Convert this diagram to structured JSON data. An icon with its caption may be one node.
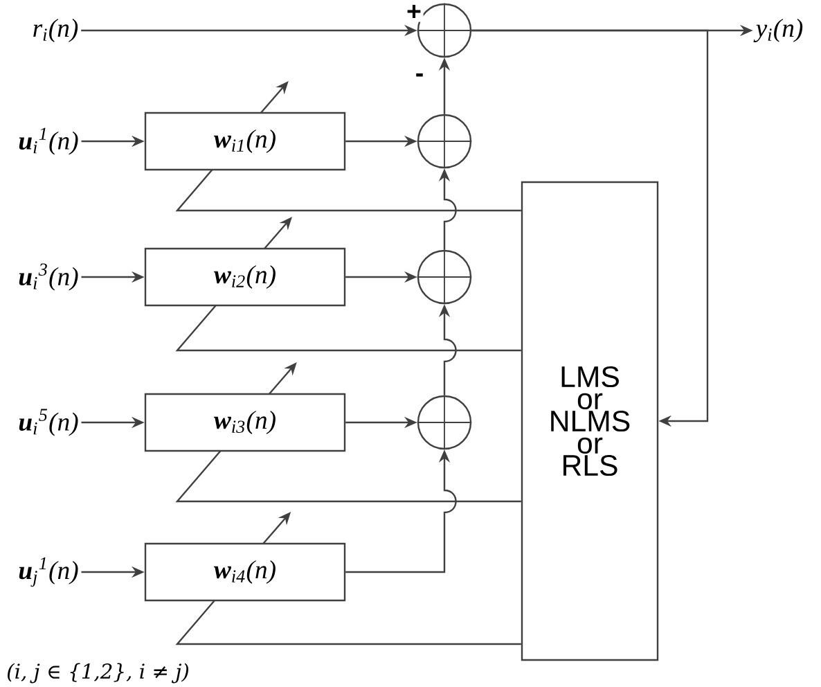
{
  "diagram": {
    "caption": "(i, j ∈ {1,2}, i ≠ j)",
    "nodes": [
      {
        "text": [
          "r$_{i}$(n)"
        ]
      },
      {
        "text": [],
        "shape": "circle"
      },
      {
        "text": [
          "y$_{i}$(n)"
        ]
      },
      {
        "text": [
          "**u**$_{i}$$^{1}$(n)"
        ]
      },
      {
        "text": [
          "**w**$_{i1}$(n)"
        ]
      },
      {
        "text": [],
        "shape": "circle"
      },
      {
        "text": [
          "**u**$_{i}$$^{3}$(n)"
        ]
      },
      {
        "text": [
          "**w**$_{i2}$(n)"
        ]
      },
      {
        "text": [],
        "shape": "circle"
      },
      {
        "text": [
          "**u**$_{i}$$^{5}$(n)"
        ]
      },
      {
        "text": [
          "**w**$_{i3}$(n)"
        ]
      },
      {
        "text": [],
        "shape": "circle"
      },
      {
        "text": [
          "**u**$_{j}$$^{1}$(n)"
        ]
      },
      {
        "text": [
          "**w**$_{i4}$(n)"
        ]
      },
      {
        "text": [
          "LMS or NLMS or RLS"
        ]
      }
    ],
    "edges": [
      {
        "from": 0,
        "to": 1,
        "arrow": "to",
        "label": "+"
      },
      {
        "from": 1,
        "to": 2,
        "arrow": "to"
      },
      {
        "from": 1,
        "to": 14,
        "arrow": "to"
      },
      {
        "from": 3,
        "to": 4,
        "arrow": "to"
      },
      {
        "from": 4,
        "to": 5,
        "arrow": "to"
      },
      {
        "from": 6,
        "to": 7,
        "arrow": "to"
      },
      {
        "from": 7,
        "to": 8,
        "arrow": "to"
      },
      {
        "from": 9,
        "to": 10,
        "arrow": "to"
      },
      {
        "from": 10,
        "to": 11,
        "arrow": "to"
      },
      {
        "from": 12,
        "to": 13,
        "arrow": "to"
      },
      {
        "from": 13,
        "to": 11,
        "arrow": "to"
      },
      {
        "from": 11,
        "to": 8,
        "arrow": "to"
      },
      {
        "from": 8,
        "to": 5,
        "arrow": "to"
      },
      {
        "from": 5,
        "to": 1,
        "arrow": "to",
        "label": "-"
      },
      {
        "from": 14,
        "to": 4,
        "arrow": "none"
      },
      {
        "from": 14,
        "to": 7,
        "arrow": "none"
      },
      {
        "from": 14,
        "to": 10,
        "arrow": "none"
      },
      {
        "from": 14,
        "to": 13,
        "arrow": "none"
      }
    ]
  }
}
